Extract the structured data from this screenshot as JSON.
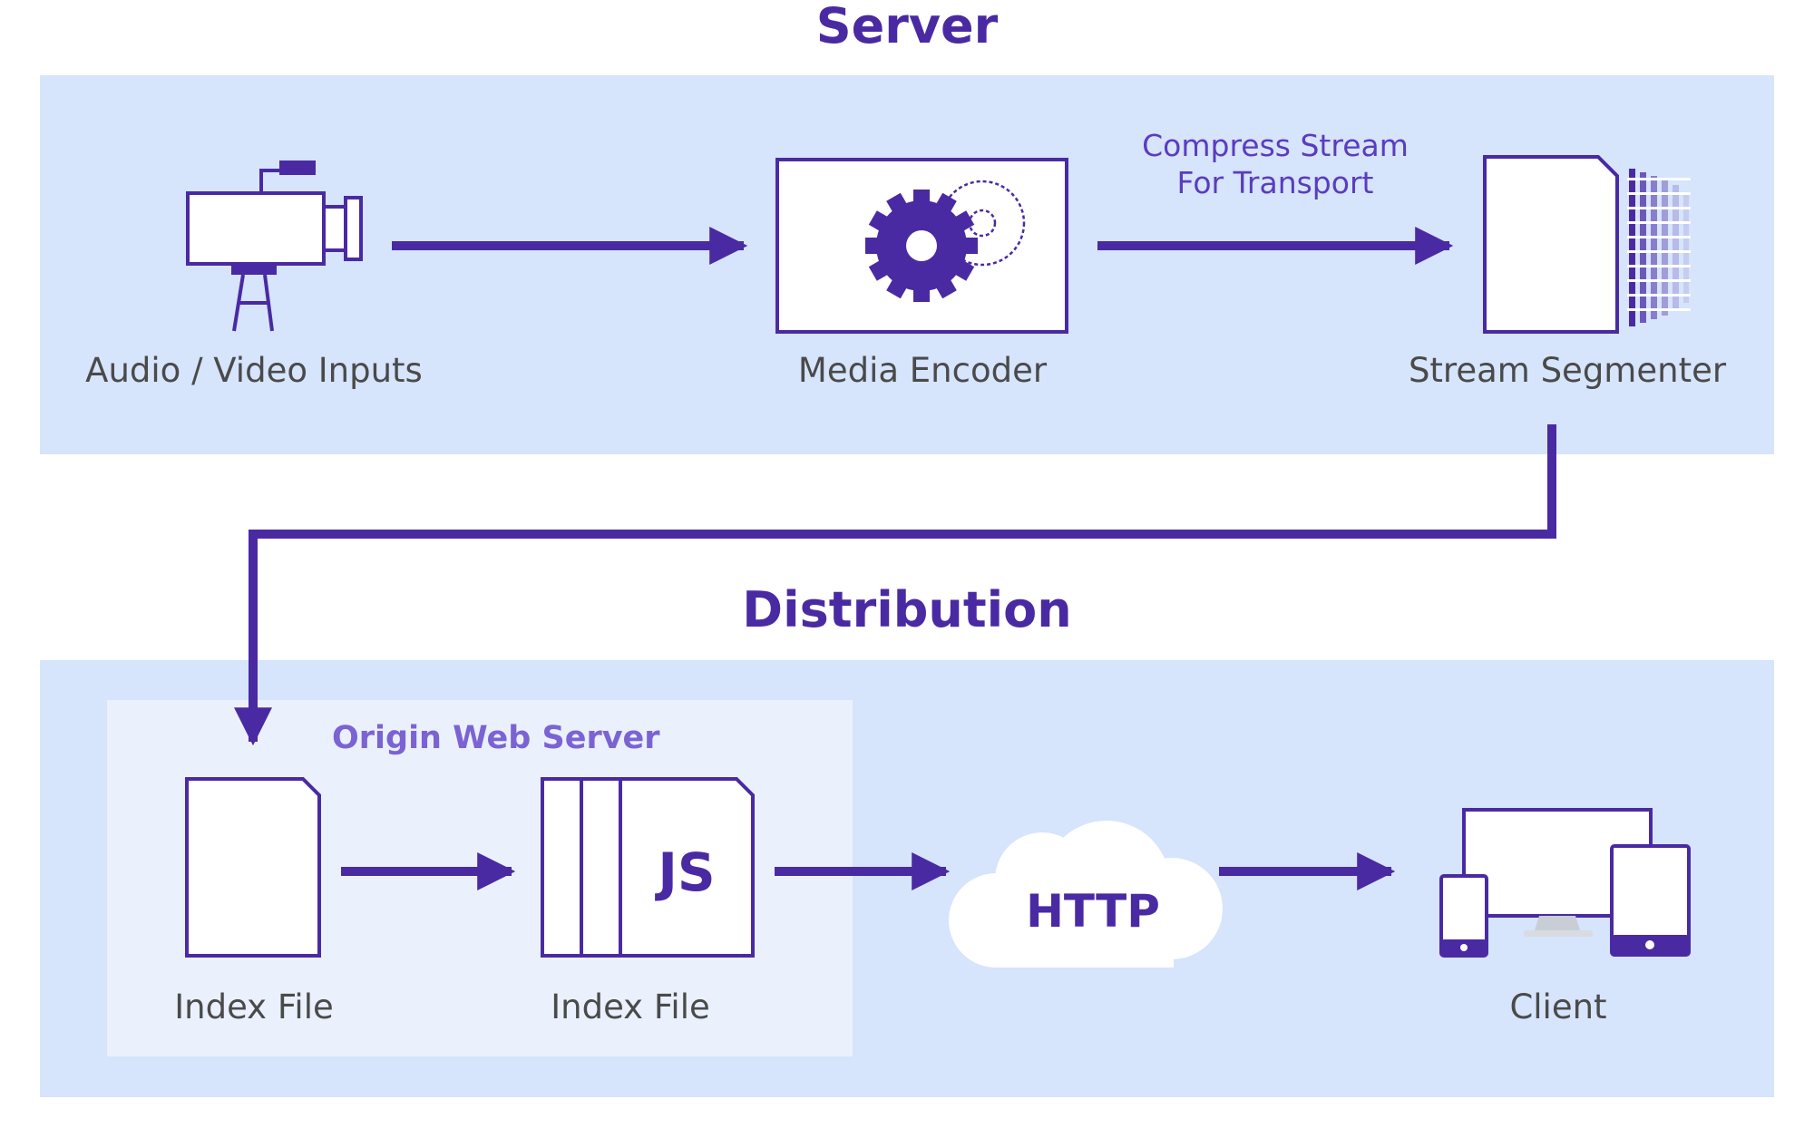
{
  "colors": {
    "accent": "#4a2aa3",
    "panel": "#d6e4fc",
    "subpanel": "#eaf1fd",
    "text": "#4a4a4a"
  },
  "server": {
    "title": "Server",
    "nodes": {
      "inputs": {
        "label": "Audio / Video Inputs",
        "icon": "video-camera-icon"
      },
      "encoder": {
        "label": "Media Encoder",
        "icon": "gears-icon"
      },
      "segmenter": {
        "label": "Stream Segmenter",
        "icon": "segmented-file-icon"
      }
    },
    "compress_label_line1": "Compress Stream",
    "compress_label_line2": "For Transport"
  },
  "distribution": {
    "title": "Distribution",
    "origin_label": "Origin Web Server",
    "nodes": {
      "index1": {
        "label": "Index File",
        "icon": "file-icon"
      },
      "index2": {
        "label": "Index File",
        "icon": "js-file-icon",
        "badge": "JS"
      },
      "http": {
        "text": "HTTP",
        "icon": "cloud-icon"
      },
      "client": {
        "label": "Client",
        "icon": "devices-icon"
      }
    }
  }
}
